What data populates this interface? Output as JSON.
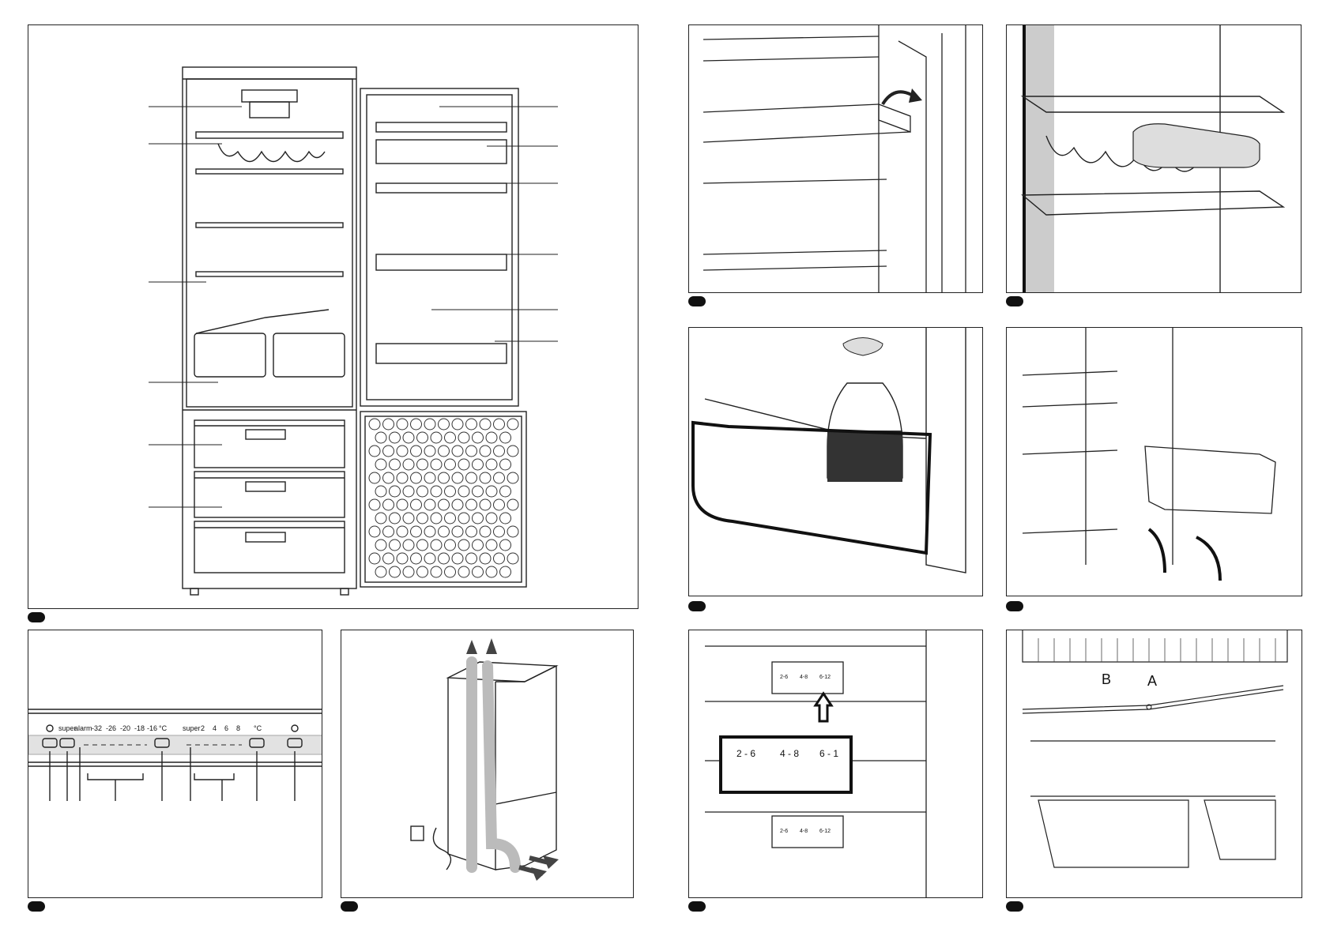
{
  "control_panel": {
    "labels": [
      "super",
      "alarm",
      "-32",
      "-26",
      "-20",
      "-18",
      "-16",
      "°C",
      "super",
      "2",
      "4",
      "6",
      "8",
      "°C"
    ],
    "icons": [
      "power-icon",
      "lock-icon"
    ]
  },
  "drawer_label": {
    "row1": [
      "2 - 6",
      "4 - 8",
      "6 - 1"
    ],
    "small_ranges": [
      "2-6",
      "4-8",
      "6-12"
    ]
  },
  "shelf_markers": {
    "a": "A",
    "b": "B"
  }
}
